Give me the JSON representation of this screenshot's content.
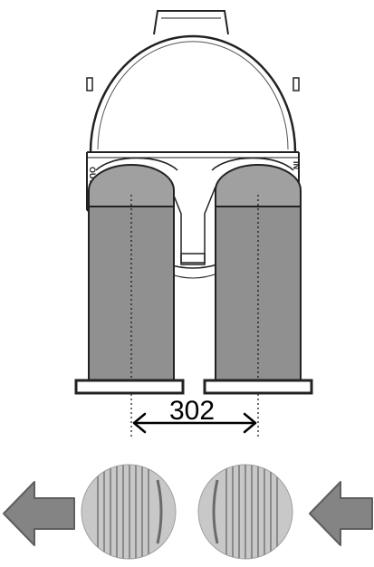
{
  "dimension": {
    "value": "302"
  },
  "ports": {
    "left_label": "OUT",
    "right_label": "IN"
  },
  "flow_arrows": {
    "left": "arrow-left",
    "right": "arrow-left"
  },
  "colors": {
    "duct_fill": "#909090",
    "duct_cap": "#a0a0a0",
    "arrow_fill": "#848484",
    "outline": "#222222",
    "grille": "#c8c8c8",
    "grille_slat": "#8a8a8a"
  }
}
